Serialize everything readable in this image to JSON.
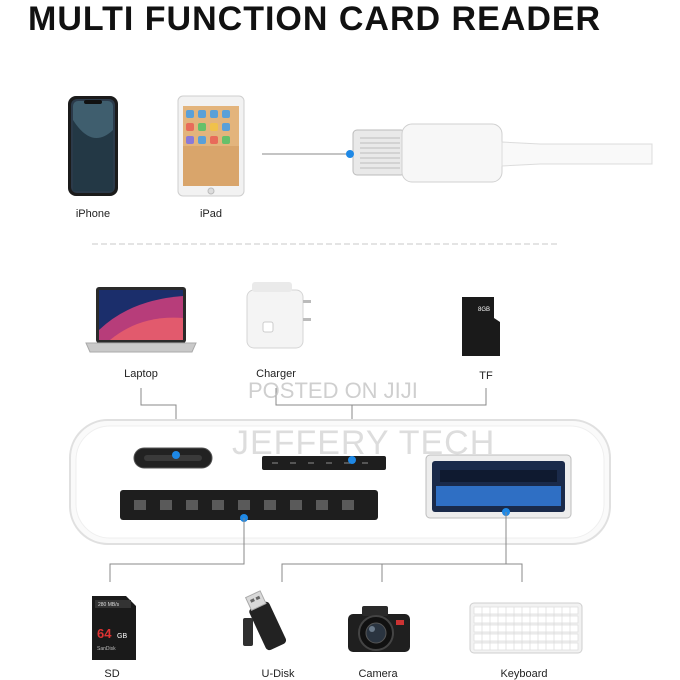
{
  "title": "MULTI FUNCTION CARD READER",
  "devices_top": [
    {
      "label": "iPhone"
    },
    {
      "label": "iPad"
    }
  ],
  "sources": [
    {
      "label": "Laptop"
    },
    {
      "label": "Charger"
    },
    {
      "label": "TF"
    }
  ],
  "targets": [
    {
      "label": "SD"
    },
    {
      "label": "U-Disk"
    },
    {
      "label": "Camera"
    },
    {
      "label": "Keyboard"
    }
  ],
  "sd_card": {
    "brand": "SanDisk",
    "capacity": "64",
    "unit": "GB",
    "speed": "280 MB/s"
  },
  "tf_card": {
    "capacity": "8GB",
    "type": "micro SD HC"
  },
  "watermarks": {
    "posted": "POSTED ON JIJI",
    "brand": "JEFFERY TECH"
  },
  "colors": {
    "accent_dot": "#1e88e5",
    "line": "#888888"
  }
}
